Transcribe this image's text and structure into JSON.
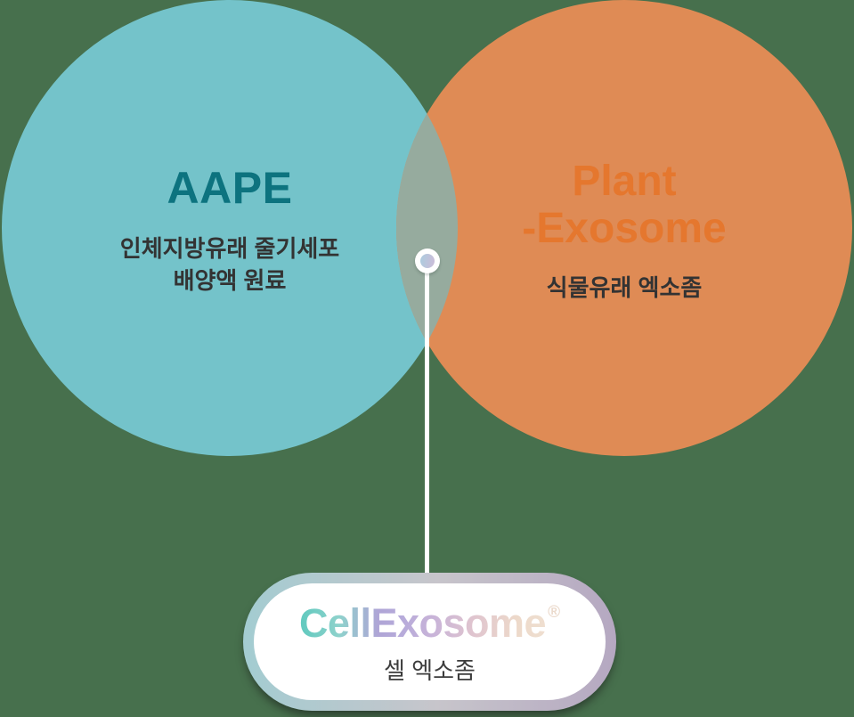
{
  "colors": {
    "background": "#47704D",
    "left-circle": "#74C3CA",
    "right-circle": "#DF8B55",
    "overlap": "#96AB9E",
    "left-title": "#0D737F",
    "right-title": "#E5772E",
    "body-text": "#333333",
    "connector": "#FFFFFF",
    "card-border-left": "#A3CCD1",
    "card-border-right": "#B5A8C1",
    "subtitle-text": "#3C3C3C"
  },
  "venn": {
    "left": {
      "title": "AAPE",
      "description_lines": [
        "인체지방유래 줄기세포",
        "배양액 원료"
      ]
    },
    "right": {
      "title_lines": [
        "Plant",
        "-Exosome"
      ],
      "description": "식물유래 엑소좀"
    }
  },
  "card": {
    "logo": "CellExosome",
    "registered_mark": "®",
    "subtitle": "셀 엑소좀"
  }
}
